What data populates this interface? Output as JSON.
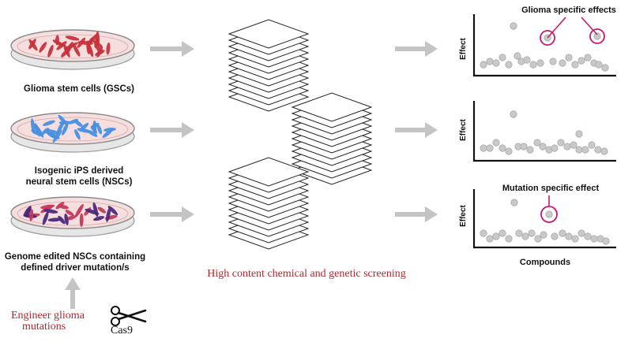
{
  "cell_groups": [
    {
      "label": "Glioma stem cells (GSCs)"
    },
    {
      "label_line1": "Isogenic iPS derived",
      "label_line2": "neural stem cells (NSCs)"
    },
    {
      "label_line1": "Genome edited NSCs containing",
      "label_line2": "defined driver mutation/s"
    }
  ],
  "screening_label": "High content chemical and genetic screening",
  "engineer": {
    "label_line1": "Engineer glioma",
    "label_line2": "mutations",
    "tool_label": "Cas9",
    "tool_icon": "scissors-icon"
  },
  "plots": [
    {
      "ylabel": "Effect",
      "annotation": "Glioma specific effects"
    },
    {
      "ylabel": "Effect"
    },
    {
      "ylabel": "Effect",
      "annotation": "Mutation specific effect",
      "xlabel": "Compounds"
    }
  ],
  "colors": {
    "accent_red": "#b3262e",
    "highlight_magenta": "#c8196b",
    "gsc_cells": "#c8323a",
    "nsc_cells": "#4a8fe0",
    "edited_cells": "#4b2a7a",
    "dish_fill": "#f7dede",
    "arrow_gray": "#c4c4c4",
    "point_gray": "#c9c9c9"
  }
}
